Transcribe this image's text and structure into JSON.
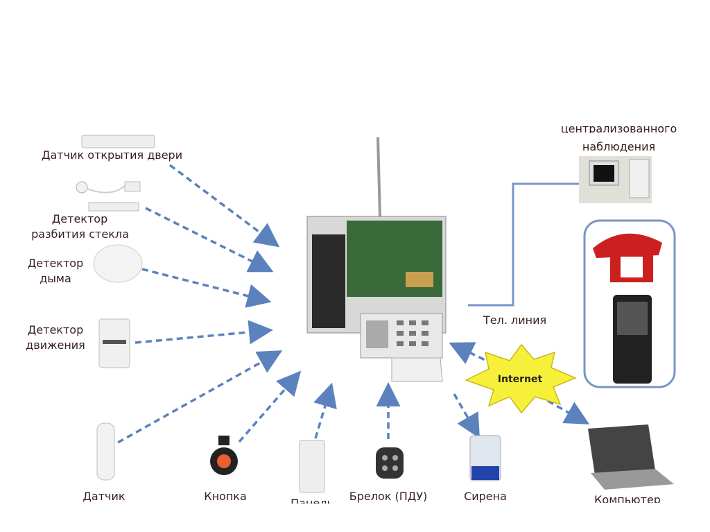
{
  "labels": {
    "monitoring": "централизованного\nнаблюдения",
    "monitoring_line1": "централизованного",
    "monitoring_line2": "наблюдения",
    "door_sensor": "Датчик открытия двери",
    "glass_break_1": "Детектор",
    "glass_break_2": "разбития стекла",
    "smoke_1": "Детектор",
    "smoke_2": "дыма",
    "motion_1": "Детектор",
    "motion_2": "движения",
    "sensor": "Датчик",
    "button": "Кнопка",
    "panel": "Панель",
    "keyfob": "Брелок (ПДУ)",
    "siren": "Сирена",
    "computer": "Компьютер",
    "phone_line": "Тел. линия",
    "internet": "Internet"
  },
  "colors": {
    "text": "#3b2020",
    "dashed_arrow": "#5b82bd",
    "phone_line": "#7896c8",
    "internet_burst": "#f7f03a"
  }
}
